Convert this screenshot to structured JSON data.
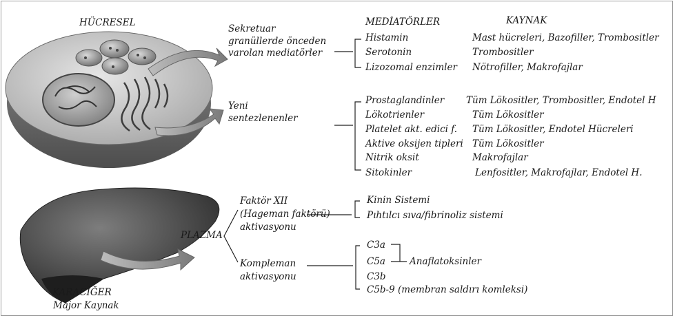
{
  "cell_title": "HÜCRESEL",
  "pre_formed": "Sekretuar\ngranüllerde önceden\nvarolan mediatörler",
  "newly_synth": "Yeni\nsentezlenenler",
  "headers": {
    "mediators": "MEDİATÖRLER",
    "source": "KAYNAK"
  },
  "group1": [
    {
      "mediator": "Histamin",
      "source": "Mast hücreleri, Bazofiller, Trombositler"
    },
    {
      "mediator": "Serotonin",
      "source": "Trombositler"
    },
    {
      "mediator": "Lizozomal enzimler",
      "source": "Nötrofiller, Makrofajlar"
    }
  ],
  "group2": [
    {
      "mediator": "Prostaglandinler",
      "source": "Tüm Lökositler, Trombositler, Endotel H"
    },
    {
      "mediator": "Lökotrienler",
      "source": "Tüm Lökositler"
    },
    {
      "mediator": "Platelet akt. edici f.",
      "source": "Tüm Lökositler, Endotel Hücreleri"
    },
    {
      "mediator": "Aktive oksijen tipleri",
      "source": "Tüm Lökositler"
    },
    {
      "mediator": "Nitrik oksit",
      "source": "Makrofajlar"
    },
    {
      "mediator": "Sitokinler",
      "source": "Lenfositler, Makrofajlar, Endotel H."
    }
  ],
  "plasma": "PLAZMA",
  "factor12": "Faktör XII\n(Hageman faktörü)\naktivasyonu",
  "factor12_items": [
    "Kinin Sistemi",
    "Pıhtılcı sıva/fibrinoliz sistemi"
  ],
  "complement": "Kompleman\naktivasyonu",
  "complement_items": [
    "C3a",
    "C5a",
    "C3b",
    "C5b-9  (membran saldırı komleksi)"
  ],
  "anaphylatoxins": "Anaflatoksinler",
  "liver_title": "KARACİĞER",
  "liver_sub": "Major Kaynak"
}
